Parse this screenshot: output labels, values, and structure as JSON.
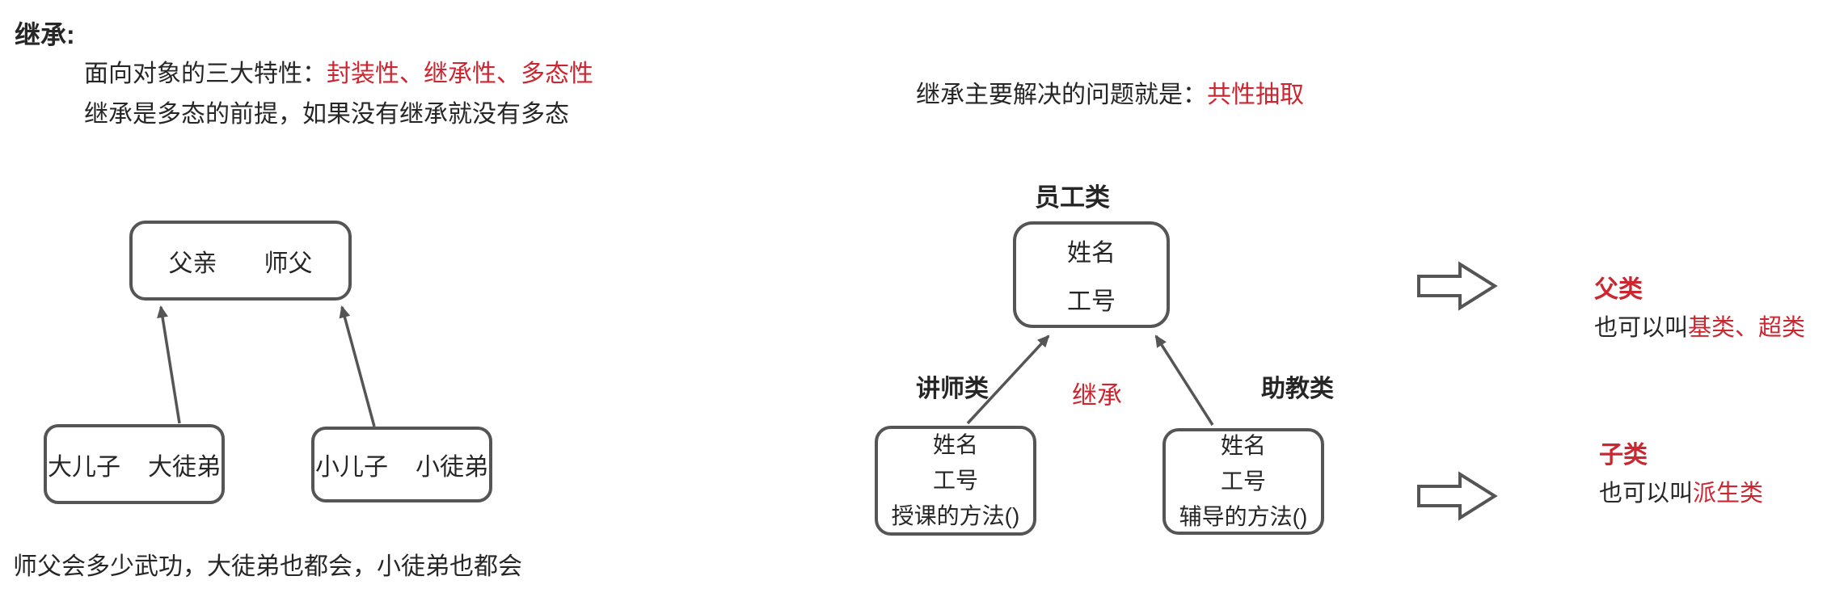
{
  "colors": {
    "red": "#cc2630",
    "gray": "#555555",
    "ink": "#262626"
  },
  "header": {
    "title": "继承:",
    "traits_label": "面向对象的三大特性：",
    "traits_value": "封装性、继承性、多态性",
    "premise": "继承是多态的前提，如果没有继承就没有多态"
  },
  "left_diagram": {
    "parent_labels": [
      "父亲",
      "师父"
    ],
    "child1_labels": [
      "大儿子",
      "大徒弟"
    ],
    "child2_labels": [
      "小儿子",
      "小徒弟"
    ],
    "caption": "师父会多少武功，大徒弟也都会，小徒弟也都会"
  },
  "right_diagram": {
    "question_label": "继承主要解决的问题就是：",
    "question_value": "共性抽取",
    "parent_title": "员工类",
    "parent_lines": [
      "姓名",
      "工号"
    ],
    "left_child_title": "讲师类",
    "relation_label": "继承",
    "right_child_title": "助教类",
    "left_child_lines": [
      "姓名",
      "工号",
      "授课的方法()"
    ],
    "right_child_lines": [
      "姓名",
      "工号",
      "辅导的方法()"
    ]
  },
  "notes": {
    "parent_term": "父类",
    "parent_alias_label": "也可以叫",
    "parent_alias_value": "基类、超类",
    "child_term": "子类",
    "child_alias_label": "也可以叫",
    "child_alias_value": "派生类"
  }
}
